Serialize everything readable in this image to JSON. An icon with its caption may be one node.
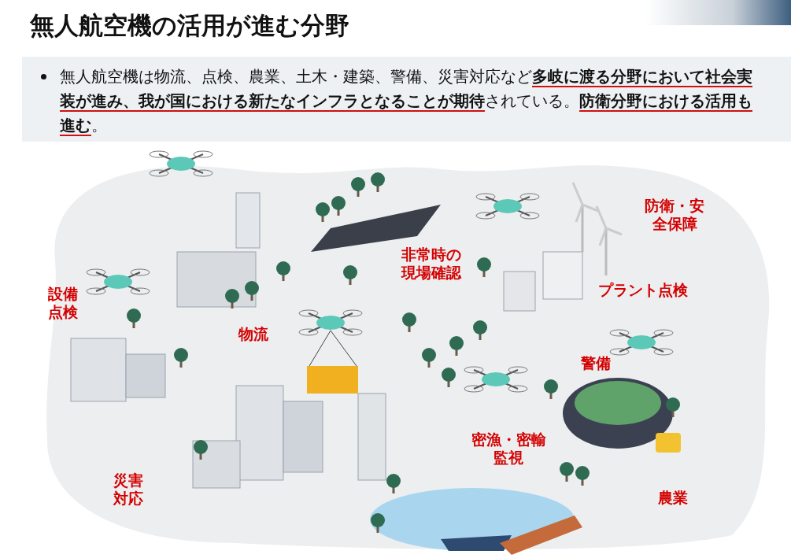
{
  "diagram": {
    "title": "無人航空機の活用が進む分野",
    "labels": [
      "無人航空機は物流、点検、農業、土木・建築、警備、災害対応など**多岐に渡る分野において社会実装が進み、我が国における新たなインフラとなることが期待**されている。**防衛分野における活用も進む**。",
      "防衛・安全保障",
      "非常時の現場確認",
      "プラント点検",
      "設備点検",
      "物流",
      "警備",
      "密漁・密輸監視",
      "災害対応",
      "農業"
    ]
  }
}
